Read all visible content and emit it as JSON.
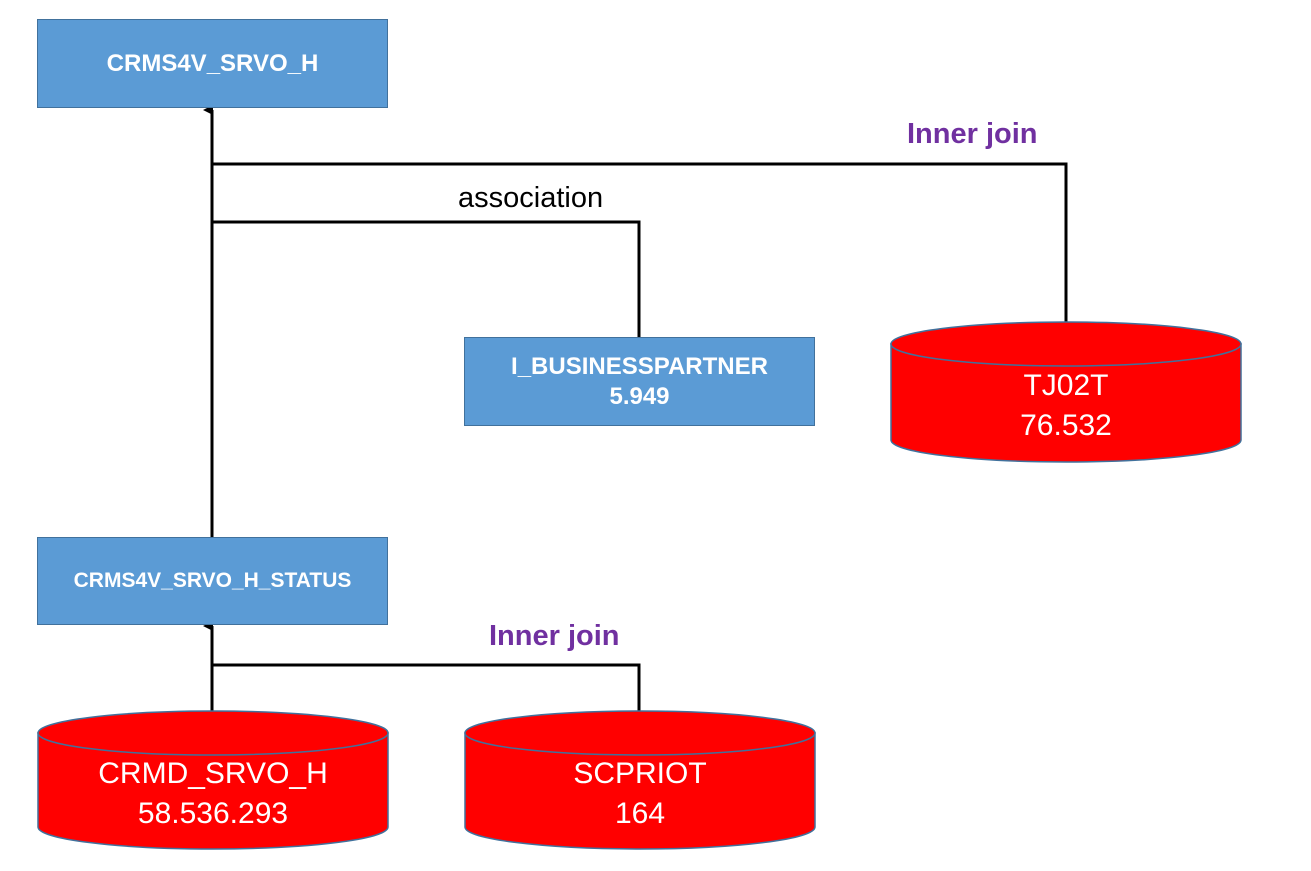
{
  "nodes": {
    "crms4v_srvo_h": {
      "label": "CRMS4V_SRVO_H"
    },
    "i_businesspartner": {
      "label": "I_BUSINESSPARTNER",
      "value": "5.949"
    },
    "tj02t": {
      "label": "TJ02T",
      "value": "76.532"
    },
    "crms4v_srvo_h_status": {
      "label": "CRMS4V_SRVO_H_STATUS"
    },
    "crmd_srvo_h": {
      "label": "CRMD_SRVO_H",
      "value": "58.536.293"
    },
    "scpriot": {
      "label": "SCPRIOT",
      "value": "164"
    }
  },
  "edges": {
    "top_inner_join": {
      "label": "Inner join"
    },
    "association": {
      "label": "association"
    },
    "bottom_inner_join": {
      "label": "Inner join"
    }
  },
  "colors": {
    "view_box": "#5b9bd5",
    "table_cylinder": "#ff0000",
    "join_label": "#7030a0"
  }
}
